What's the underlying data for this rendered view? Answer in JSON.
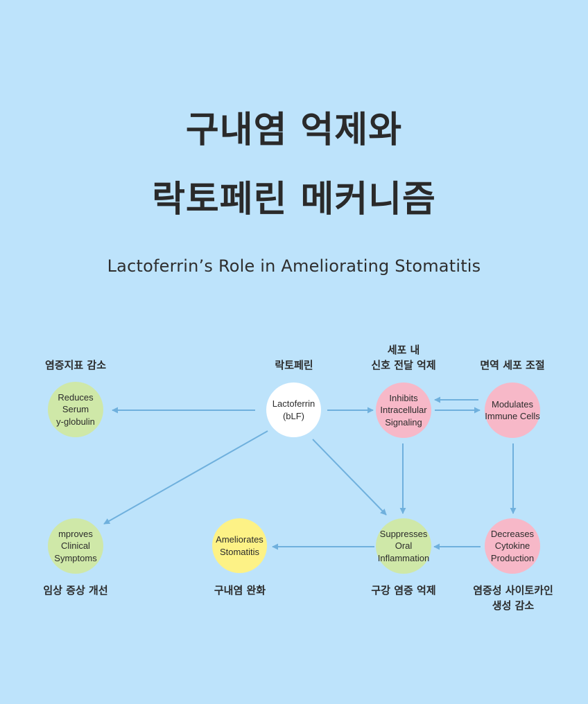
{
  "title": {
    "line1": "구내염 억제와",
    "line2": "락토페린 메커니즘",
    "subtitle": "Lactoferrin’s Role in Ameliorating Stomatitis"
  },
  "nodes": {
    "reduces_serum": {
      "label": "Reduces\nSerum\ny-globulin",
      "caption": "염증지표 감소",
      "color": "#cfe8a8"
    },
    "lactoferrin": {
      "label": "Lactoferrin\n(bLF)",
      "caption": "락토페린",
      "color": "#ffffff"
    },
    "inhibits_signaling": {
      "label": "Inhibits\nIntracellular\nSignaling",
      "caption": "세포 내\n신호 전달 억제",
      "color": "#f7b8c8"
    },
    "modulates_immune": {
      "label": "Modulates\nImmune Cells",
      "caption": "면역 세포 조절",
      "color": "#f7b8c8"
    },
    "improves_symptoms": {
      "label": "mproves\nClinical\nSymptoms",
      "caption": "임상 증상 개선",
      "color": "#cfe8a8"
    },
    "ameliorates_stomatitis": {
      "label": "Ameliorates\nStomatitis",
      "caption": "구내염 완화",
      "color": "#fdf286"
    },
    "suppresses_inflammation": {
      "label": "Suppresses\nOral Inflammation",
      "caption": "구강 염증 억제",
      "color": "#cfe8a8"
    },
    "decreases_cytokine": {
      "label": "Decreases\nCytokine\nProduction",
      "caption": "염증성 사이토카인\n생성 감소",
      "color": "#f7b8c8"
    }
  },
  "colors": {
    "background": "#bde3fb",
    "arrow": "#6fb0dd"
  }
}
